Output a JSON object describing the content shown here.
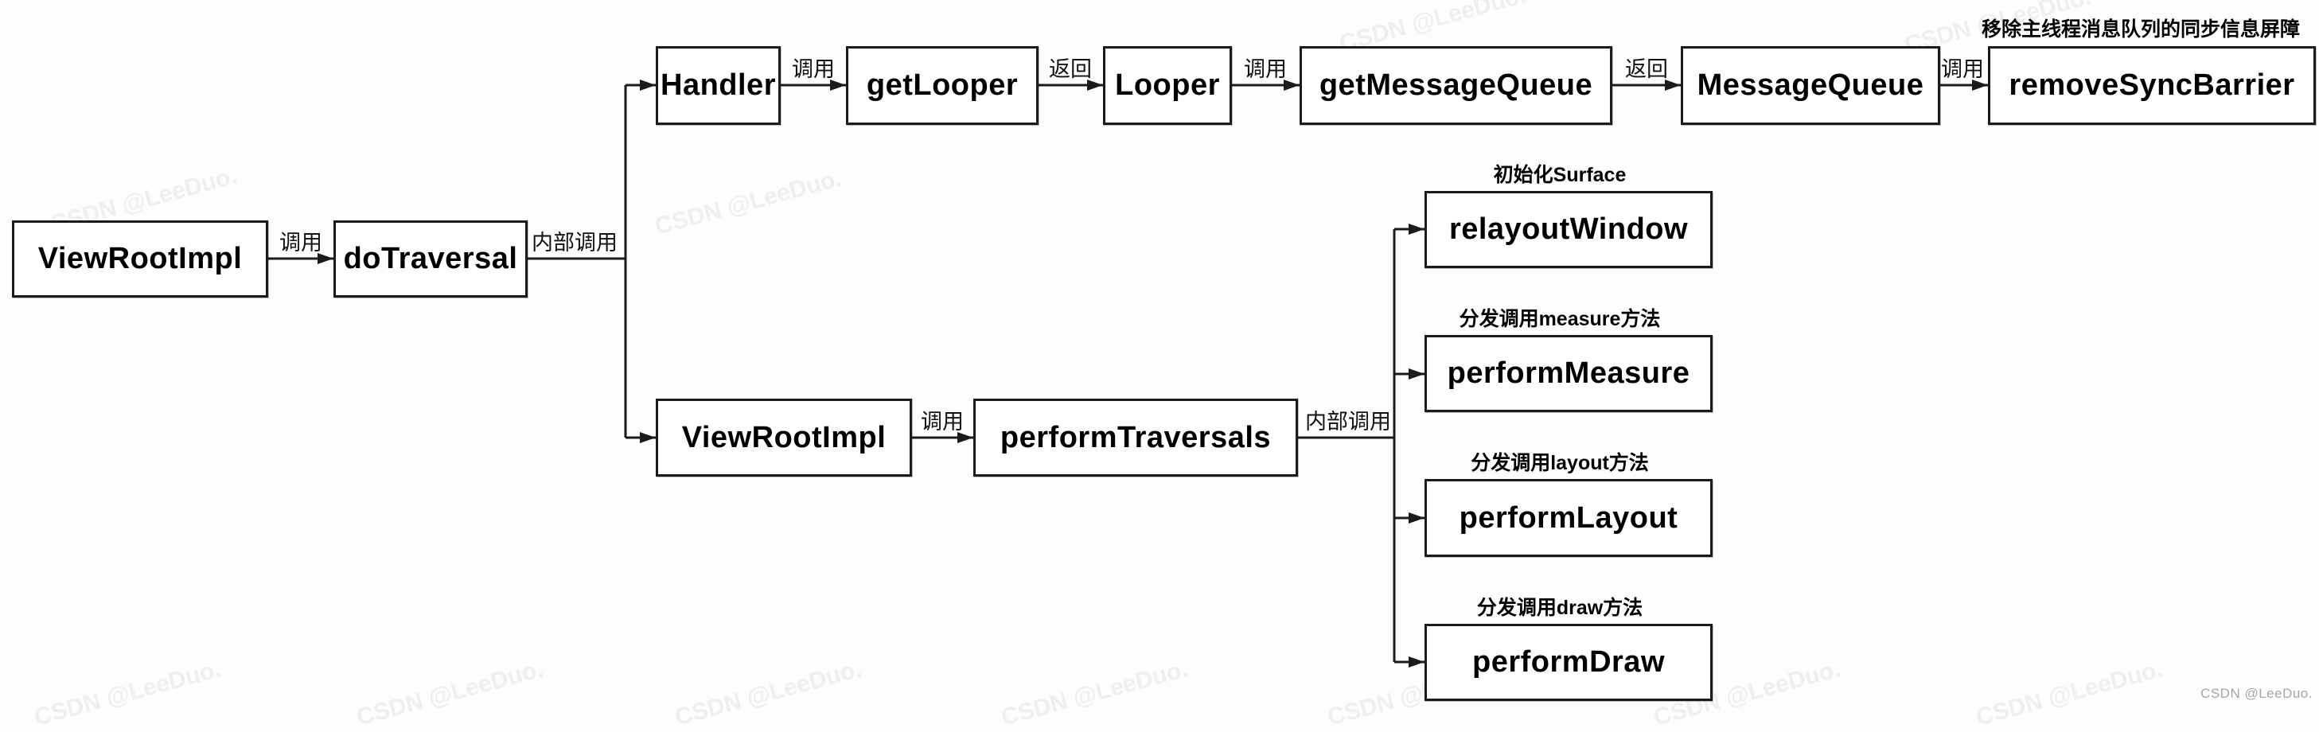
{
  "diagram": {
    "background": "#fdfdfd",
    "box_border_color": "#1b1b1b",
    "text_color": "#000000",
    "nodes": {
      "view_root_impl_1": {
        "label": "ViewRootImpl"
      },
      "do_traversal": {
        "label": "doTraversal"
      },
      "handler": {
        "label": "Handler"
      },
      "get_looper": {
        "label": "getLooper"
      },
      "looper": {
        "label": "Looper"
      },
      "get_message_queue": {
        "label": "getMessageQueue"
      },
      "message_queue": {
        "label": "MessageQueue"
      },
      "remove_sync_barrier": {
        "label": "removeSyncBarrier",
        "annotation": "移除主线程消息队列的同步信息屏障"
      },
      "view_root_impl_2": {
        "label": "ViewRootImpl"
      },
      "perform_traversals": {
        "label": "performTraversals"
      },
      "relayout_window": {
        "label": "relayoutWindow",
        "annotation": "初始化Surface"
      },
      "perform_measure": {
        "label": "performMeasure",
        "annotation": "分发调用measure方法"
      },
      "perform_layout": {
        "label": "performLayout",
        "annotation": "分发调用layout方法"
      },
      "perform_draw": {
        "label": "performDraw",
        "annotation": "分发调用draw方法"
      }
    },
    "edge_labels": {
      "vri1_to_dotraversal": "调用",
      "dotraversal_branch": "内部调用",
      "handler_to_getlooper": "调用",
      "getlooper_to_looper": "返回",
      "looper_to_getmessagequeue": "调用",
      "getmessagequeue_to_messagequeue": "返回",
      "messagequeue_to_removesyncbarrier": "调用",
      "vri2_to_performtraversals": "调用",
      "performtraversals_branch": "内部调用"
    },
    "watermark": "CSDN @LeeDuo."
  }
}
